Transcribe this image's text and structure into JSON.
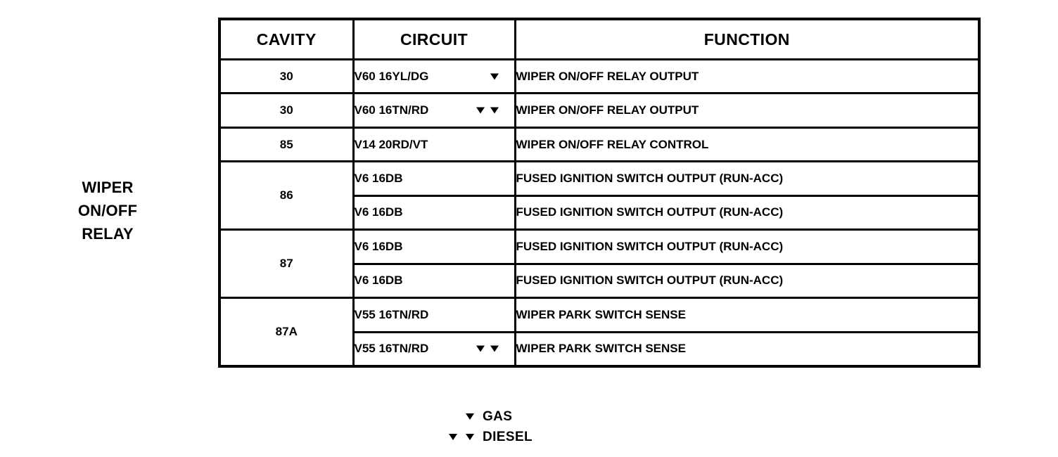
{
  "component": {
    "label_lines": [
      "WIPER",
      "ON/OFF",
      "RELAY"
    ]
  },
  "table": {
    "headers": {
      "cavity": "CAVITY",
      "circuit": "CIRCUIT",
      "function": "FUNCTION"
    },
    "rows": [
      {
        "cavity": "30",
        "cavity_rowspan": 1,
        "circuit": "V60 16YL/DG",
        "markers": 1,
        "function": "WIPER ON/OFF RELAY OUTPUT"
      },
      {
        "cavity": "30",
        "cavity_rowspan": 1,
        "circuit": "V60 16TN/RD",
        "markers": 2,
        "function": "WIPER ON/OFF RELAY OUTPUT"
      },
      {
        "cavity": "85",
        "cavity_rowspan": 1,
        "circuit": "V14 20RD/VT",
        "markers": 0,
        "function": "WIPER ON/OFF RELAY CONTROL"
      },
      {
        "cavity": "86",
        "cavity_rowspan": 2,
        "circuit": "V6 16DB",
        "markers": 0,
        "function": "FUSED IGNITION SWITCH OUTPUT (RUN-ACC)"
      },
      {
        "cavity": null,
        "cavity_rowspan": 0,
        "circuit": "V6 16DB",
        "markers": 0,
        "function": "FUSED IGNITION SWITCH OUTPUT (RUN-ACC)"
      },
      {
        "cavity": "87",
        "cavity_rowspan": 2,
        "circuit": "V6 16DB",
        "markers": 0,
        "function": "FUSED IGNITION SWITCH OUTPUT (RUN-ACC)"
      },
      {
        "cavity": null,
        "cavity_rowspan": 0,
        "circuit": "V6 16DB",
        "markers": 0,
        "function": "FUSED IGNITION SWITCH OUTPUT (RUN-ACC)"
      },
      {
        "cavity": "87A",
        "cavity_rowspan": 2,
        "circuit": "V55 16TN/RD",
        "markers": 0,
        "function": "WIPER PARK SWITCH SENSE"
      },
      {
        "cavity": null,
        "cavity_rowspan": 0,
        "circuit": "V55 16TN/RD",
        "markers": 2,
        "function": "WIPER PARK SWITCH SENSE"
      }
    ]
  },
  "legend": {
    "entries": [
      {
        "markers": 1,
        "text": "GAS"
      },
      {
        "markers": 2,
        "text": "DIESEL"
      }
    ]
  },
  "colors": {
    "ink": "#000000",
    "paper": "#ffffff"
  }
}
